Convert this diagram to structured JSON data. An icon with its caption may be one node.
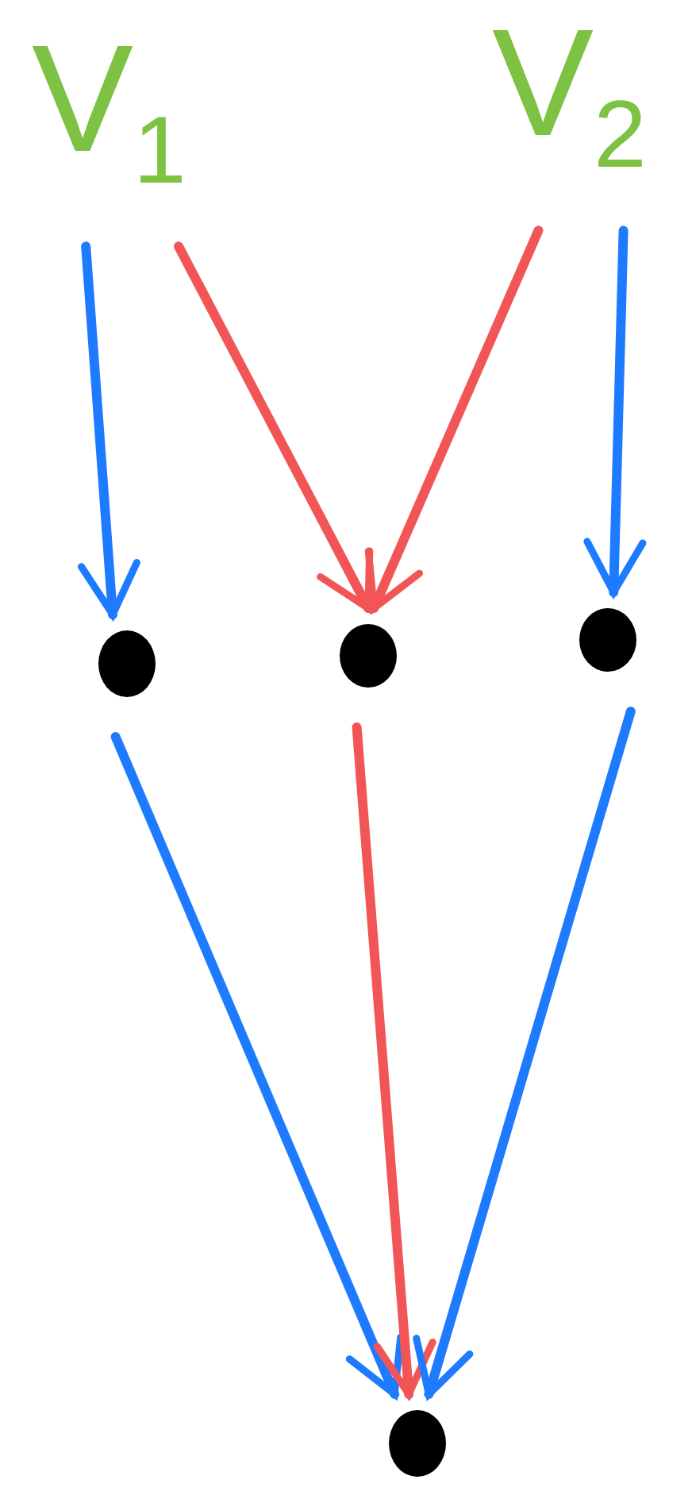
{
  "diagram": {
    "nodes": [
      {
        "text": [
          "V$_{1}$"
        ]
      },
      {
        "text": [
          "V$_{2}$"
        ]
      },
      {
        "text": [],
        "shape": "circle"
      },
      {
        "text": [],
        "shape": "circle"
      },
      {
        "text": [],
        "shape": "circle"
      },
      {
        "text": [],
        "shape": "circle"
      }
    ],
    "edges": [
      {
        "from": 0,
        "to": 2,
        "arrow": "to"
      },
      {
        "from": 0,
        "to": 3,
        "arrow": "to",
        "color": "#f25555"
      },
      {
        "from": 1,
        "to": 3,
        "arrow": "to",
        "color": "#f25555"
      },
      {
        "from": 1,
        "to": 4,
        "arrow": "to"
      },
      {
        "from": 2,
        "to": 5,
        "arrow": "to"
      },
      {
        "from": 3,
        "to": 5,
        "arrow": "to",
        "color": "#f25555"
      },
      {
        "from": 4,
        "to": 5,
        "arrow": "to"
      }
    ]
  }
}
